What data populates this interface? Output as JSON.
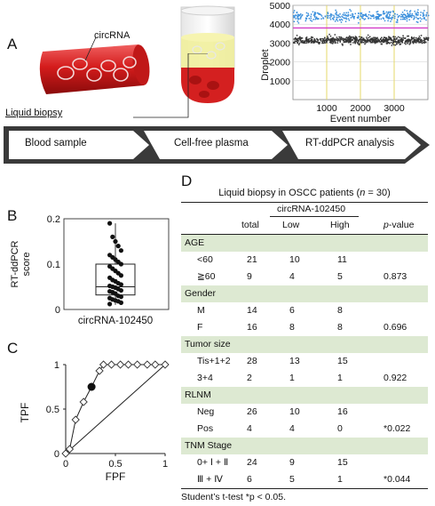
{
  "panel_a": {
    "letter": "A",
    "circrna_label": "circRNA",
    "liquid_biopsy_label": "Liquid biopsy",
    "workflow_steps": [
      "Blood sample",
      "Cell-free plasma",
      "RT-ddPCR analysis"
    ],
    "colors": {
      "blood": "#d42020",
      "plasma": "#f1ef9c",
      "arrow_border": "#3a3a3a"
    }
  },
  "chart_data": [
    {
      "type": "scatter",
      "panel": "A",
      "xlabel": "Event number",
      "ylabel": "Droplet",
      "xticks": [
        1000,
        2000,
        3000
      ],
      "yticks": [
        1000,
        2000,
        3000,
        4000,
        5000
      ],
      "xlim": [
        0,
        4000
      ],
      "ylim": [
        0,
        5000
      ],
      "threshold": 3800,
      "series": [
        {
          "color": "#3a8fdc",
          "y_center": 4450,
          "y_spread": 220,
          "n": 360
        },
        {
          "color": "#333333",
          "y_center": 3180,
          "y_spread": 170,
          "n": 650
        }
      ],
      "vertical_markers": [
        1000,
        2000,
        3000
      ],
      "colors": {
        "threshold": "#d23cc8",
        "markers": "#e6d96a"
      }
    },
    {
      "type": "box",
      "panel": "B",
      "ylabel": "RT-ddPCR score",
      "category": "circRNA-102450",
      "yticks": [
        0,
        0.1,
        0.2
      ],
      "ylim": [
        0,
        0.2
      ],
      "box": {
        "q1": 0.032,
        "median": 0.05,
        "q3": 0.1,
        "whisker_low": 0.01,
        "whisker_high": 0.19
      },
      "points": [
        0.19,
        0.16,
        0.15,
        0.14,
        0.13,
        0.12,
        0.115,
        0.11,
        0.105,
        0.1,
        0.095,
        0.09,
        0.085,
        0.08,
        0.075,
        0.07,
        0.065,
        0.062,
        0.058,
        0.055,
        0.052,
        0.05,
        0.048,
        0.045,
        0.042,
        0.04,
        0.038,
        0.035,
        0.03,
        0.028,
        0.025,
        0.022,
        0.02,
        0.018,
        0.015,
        0.012
      ]
    },
    {
      "type": "line",
      "panel": "C",
      "xlabel": "FPF",
      "ylabel": "TPF",
      "xticks": [
        0,
        0.5,
        1
      ],
      "yticks": [
        0,
        0.5,
        1
      ],
      "xlim": [
        0,
        1
      ],
      "ylim": [
        0,
        1
      ],
      "roc_points": [
        [
          0.0,
          0.0
        ],
        [
          0.04,
          0.05
        ],
        [
          0.1,
          0.38
        ],
        [
          0.18,
          0.58
        ],
        [
          0.26,
          0.75
        ],
        [
          0.34,
          0.93
        ],
        [
          0.38,
          1.0
        ],
        [
          0.46,
          1.0
        ],
        [
          0.55,
          1.0
        ],
        [
          0.63,
          1.0
        ],
        [
          0.72,
          1.0
        ],
        [
          0.82,
          1.0
        ],
        [
          0.9,
          1.0
        ],
        [
          1.0,
          1.0
        ]
      ],
      "highlight": [
        0.26,
        0.75
      ],
      "diagonal": [
        [
          0.0,
          0.0
        ],
        [
          1.0,
          1.0
        ]
      ]
    }
  ],
  "panel_b": {
    "letter": "B"
  },
  "panel_c": {
    "letter": "C"
  },
  "panel_d": {
    "letter": "D",
    "title": "Liquid biopsy in OSCC patients (",
    "title_n": "n",
    "title_tail": " = 30)",
    "group_header": "circRNA-102450",
    "columns": [
      "total",
      "Low",
      "High",
      "p-value"
    ],
    "category_color": "#dde9d2",
    "rows": [
      {
        "kind": "category",
        "label": "AGE"
      },
      {
        "kind": "data",
        "label": "<60",
        "total": "21",
        "low": "10",
        "high": "11",
        "p": ""
      },
      {
        "kind": "data",
        "label": "≧60",
        "total": "9",
        "low": "4",
        "high": "5",
        "p": "0.873"
      },
      {
        "kind": "category",
        "label": "Gender"
      },
      {
        "kind": "data",
        "label": "M",
        "total": "14",
        "low": "6",
        "high": "8",
        "p": ""
      },
      {
        "kind": "data",
        "label": "F",
        "total": "16",
        "low": "8",
        "high": "8",
        "p": "0.696"
      },
      {
        "kind": "category",
        "label": "Tumor size"
      },
      {
        "kind": "data",
        "label": "Tis+1+2",
        "total": "28",
        "low": "13",
        "high": "15",
        "p": ""
      },
      {
        "kind": "data",
        "label": "3+4",
        "total": "2",
        "low": "1",
        "high": "1",
        "p": "0.922"
      },
      {
        "kind": "category",
        "label": "RLNM"
      },
      {
        "kind": "data",
        "label": "Neg",
        "total": "26",
        "low": "10",
        "high": "16",
        "p": ""
      },
      {
        "kind": "data",
        "label": "Pos",
        "total": "4",
        "low": "4",
        "high": "0",
        "p": "*0.022"
      },
      {
        "kind": "category",
        "label": "TNM  Stage"
      },
      {
        "kind": "data",
        "label": "0+ Ⅰ + Ⅱ",
        "total": "24",
        "low": "9",
        "high": "15",
        "p": ""
      },
      {
        "kind": "data",
        "label": "Ⅲ + Ⅳ",
        "total": "6",
        "low": "5",
        "high": "1",
        "p": "*0.044"
      }
    ],
    "footnote": "Student’s t-test *p < 0.05."
  }
}
